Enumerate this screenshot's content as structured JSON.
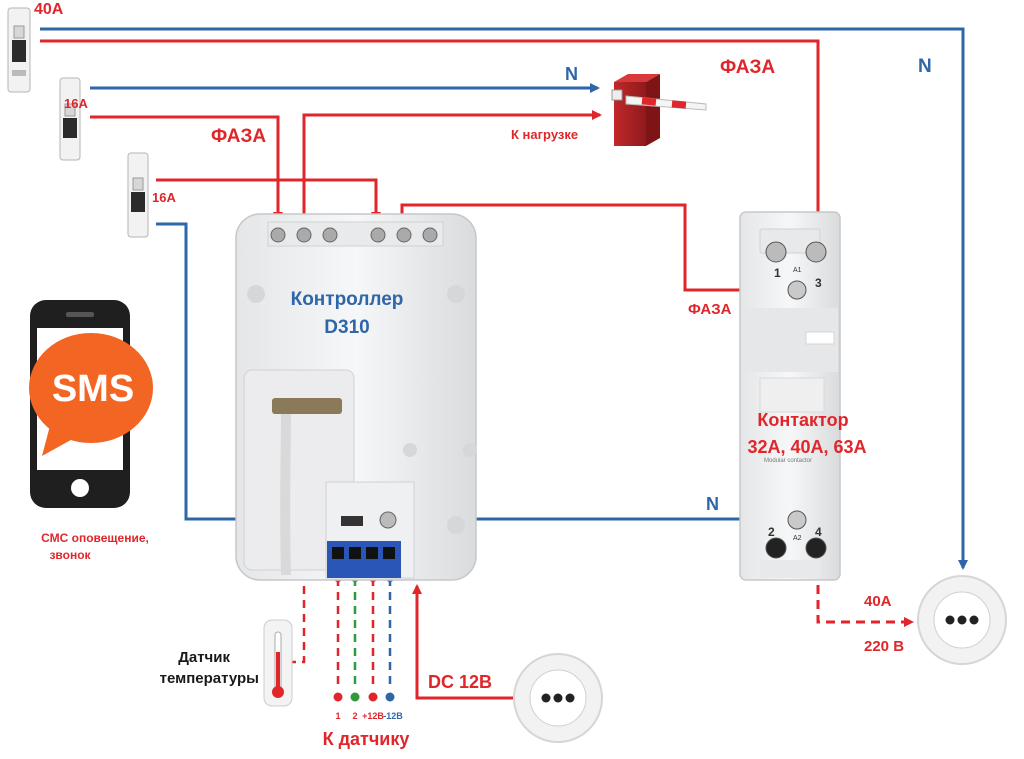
{
  "labels": {
    "breaker_main_rating": "40A",
    "breaker_2_rating": "16A",
    "breaker_3_rating": "16A",
    "phase_top": "ФАЗА",
    "phase_mid": "ФАЗА",
    "phase_contactor": "ФАЗА",
    "neutral_top": "N",
    "neutral_right": "N",
    "neutral_bottom": "N",
    "to_load": "К нагрузке",
    "controller_line1": "Контроллер",
    "controller_line2": "D310",
    "contactor_line1": "Контактор",
    "contactor_line2": "32A, 40A, 63A",
    "contactor_print": "Modular contactor",
    "sms_badge": "SMS",
    "sms_caption_line1": "СМС оповещение,",
    "sms_caption_line2": "звонок",
    "temp_sensor_line1": "Датчик",
    "temp_sensor_line2": "температуры",
    "dc_supply": "DC 12B",
    "to_sensor": "К датчику",
    "socket_rating": "40A",
    "socket_voltage": "220 В",
    "terminal_labels": [
      "1",
      "2",
      "+12B",
      "-12B"
    ],
    "contactor_terminals": {
      "t1": "1",
      "t2": "2",
      "t3": "3",
      "t4": "4",
      "a1": "A1",
      "a2": "A2"
    }
  },
  "colors": {
    "phase": "#e0262b",
    "neutral": "#2e66a8",
    "sms_orange": "#f26522",
    "sensor_green": "#2e9a3a"
  }
}
